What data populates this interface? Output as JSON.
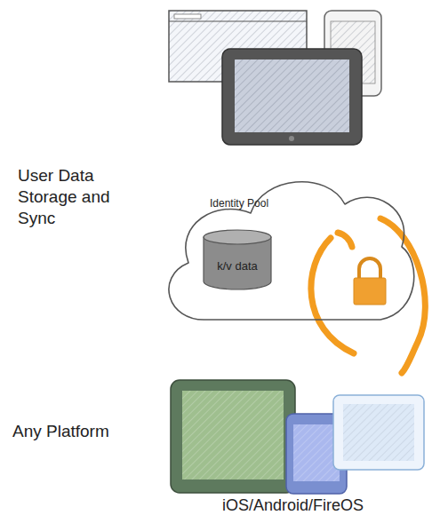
{
  "diagram": {
    "nodes": [
      {
        "text": [
          "Identity Pool"
        ]
      },
      {
        "text": [
          "k/v data"
        ],
        "in": 0
      }
    ],
    "labels": [
      "User Data Storage and Sync",
      "Any Platform",
      "iOS/Android/FireOS"
    ]
  }
}
